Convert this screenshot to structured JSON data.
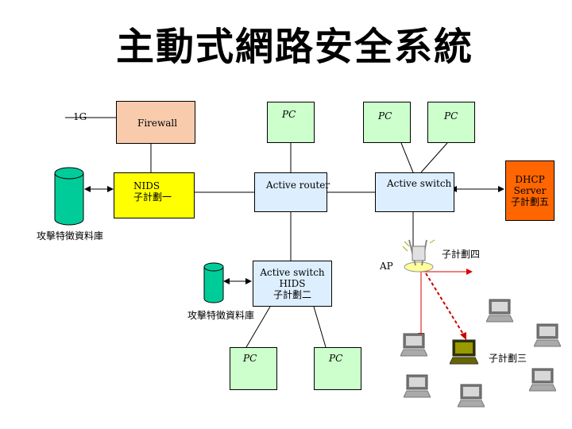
{
  "title": "主動式網路安全系統",
  "labels": {
    "uplink": "1G",
    "firewall": "Firewall",
    "pc_top_left": "PC",
    "pc_top_mid": "PC",
    "pc_top_right": "PC",
    "nids": "NIDS",
    "nids_sub": "子計劃一",
    "active_router": "Active router",
    "active_switch_top": "Active switch",
    "dhcp_line1": "DHCP",
    "dhcp_line2": "Server",
    "dhcp_sub": "子計劃五",
    "attack_db_1": "攻擊特徵資料庫",
    "ap": "AP",
    "wireless_sub": "子計劃四",
    "hids_line1": "Active switch",
    "hids_line2": "HIDS",
    "hids_sub": "子計劃二",
    "attack_db_2": "攻擊特徵資料庫",
    "pc_bottom_left": "PC",
    "pc_bottom_right": "PC",
    "laptops_sub": "子計劃三"
  },
  "colors": {
    "firewall": "#f8cbad",
    "pc": "#ccffcc",
    "nids": "#ffff00",
    "switch": "#ddeeff",
    "dhcp": "#ff6600",
    "database": "#00cc99",
    "wireless_link": "#dd0000"
  }
}
